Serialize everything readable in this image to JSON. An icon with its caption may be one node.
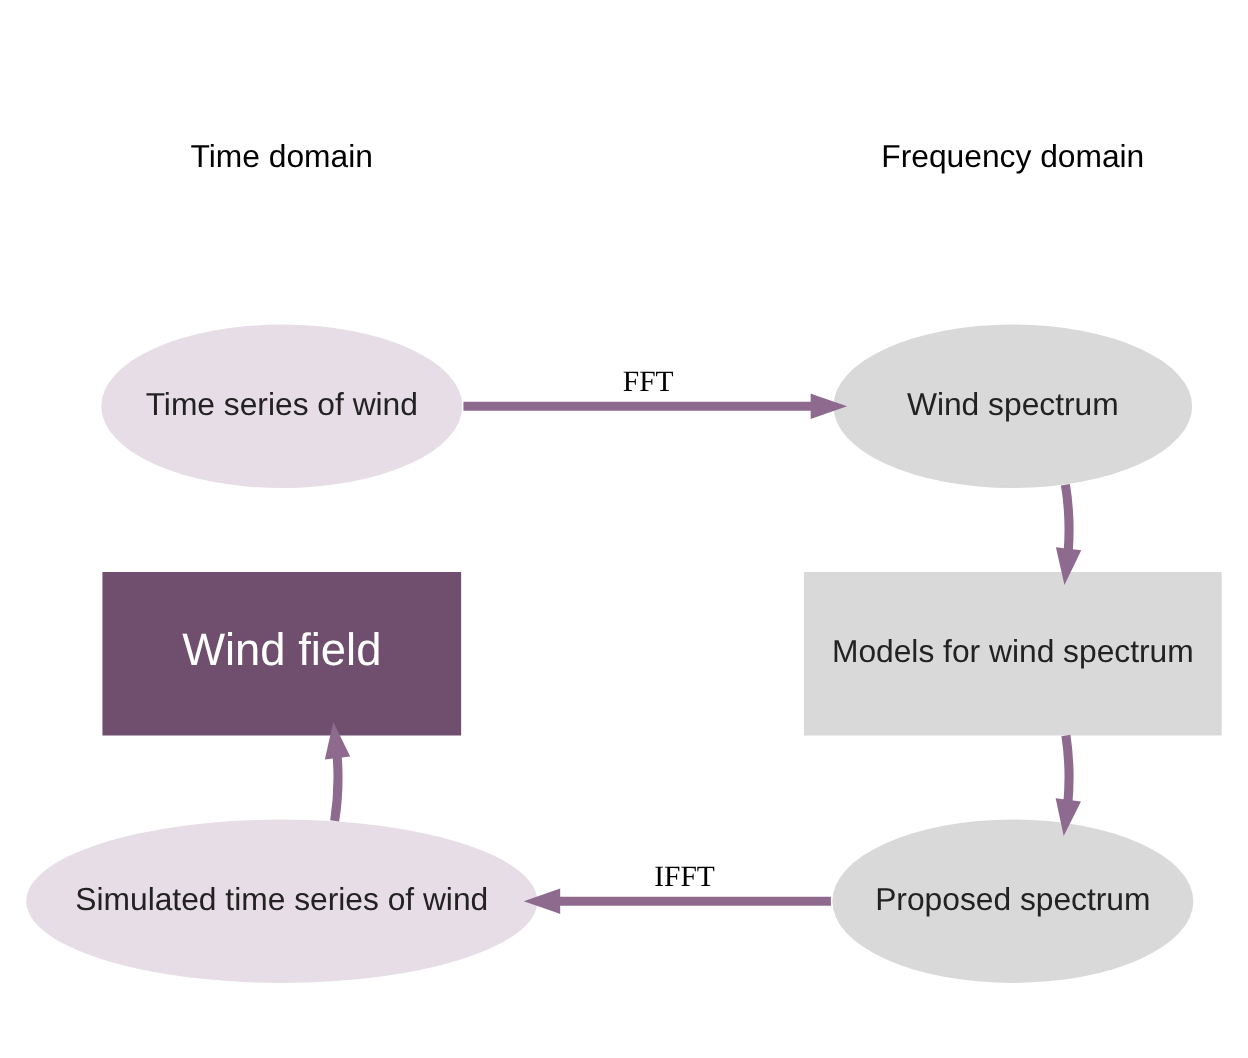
{
  "diagram": {
    "nodes": [
      {
        "text": [
          "Time series of wind"
        ]
      },
      {
        "text": [
          "Wind spectrum"
        ]
      },
      {
        "text": [
          "Wind field"
        ]
      },
      {
        "text": [
          "Models for wind spectrum"
        ]
      },
      {
        "text": [
          "Simulated time series of wind"
        ]
      },
      {
        "text": [
          "Proposed spectrum"
        ]
      }
    ],
    "edges": [
      {
        "from": 0,
        "to": 1,
        "arrow": "to",
        "label": "FFT"
      },
      {
        "from": 1,
        "to": 3,
        "arrow": "to"
      },
      {
        "from": 3,
        "to": 5,
        "arrow": "to"
      },
      {
        "from": 5,
        "to": 4,
        "arrow": "to",
        "label": "IFFT"
      },
      {
        "from": 4,
        "to": 2,
        "arrow": "to"
      }
    ],
    "labels": [
      "Time domain",
      "Frequency domain"
    ]
  }
}
